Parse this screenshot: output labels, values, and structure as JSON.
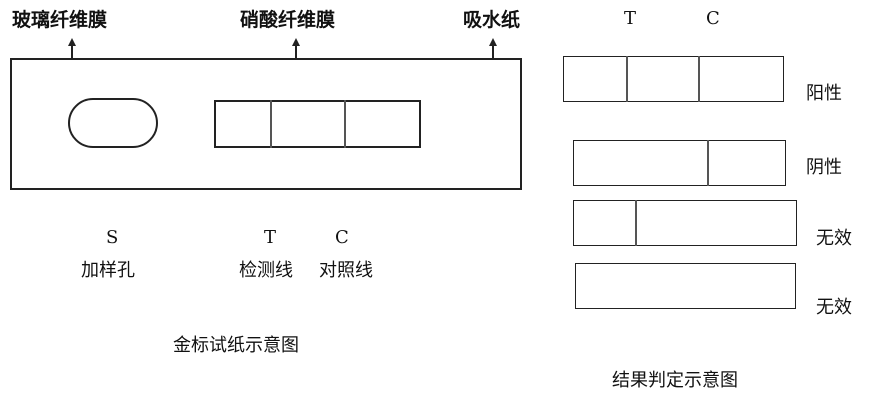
{
  "strip": {
    "top_labels": {
      "glass_fiber": "玻璃纤维膜",
      "nitrocellulose": "硝酸纤维膜",
      "absorbent_paper": "吸水纸"
    },
    "bottom_labels": {
      "s_letter": "S",
      "sample_well": "加样孔",
      "t_letter": "T",
      "test_line": "检测线",
      "c_letter": "C",
      "control_line": "对照线"
    },
    "caption": "金标试纸示意图"
  },
  "results": {
    "t_letter": "T",
    "c_letter": "C",
    "rows": [
      {
        "label": "阳性"
      },
      {
        "label": "阴性"
      },
      {
        "label": "无效"
      },
      {
        "label": "无效"
      }
    ],
    "caption": "结果判定示意图"
  }
}
